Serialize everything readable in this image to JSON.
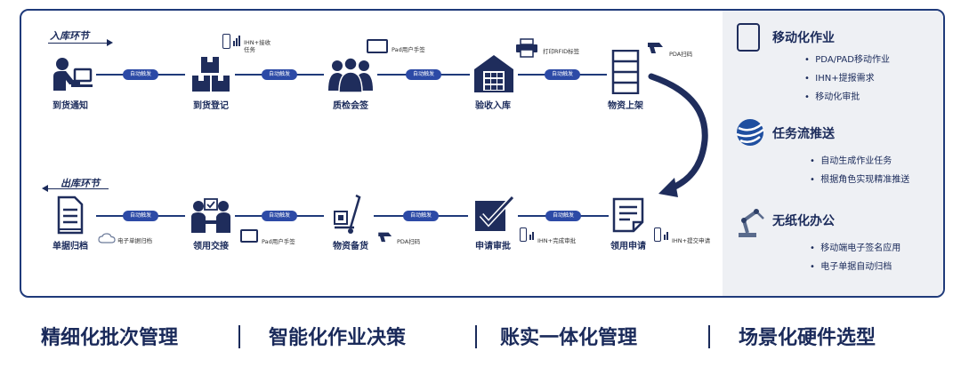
{
  "inbound_label": "入库环节",
  "outbound_label": "出库环节",
  "connector_label": "自动触发",
  "inbound_nodes": [
    "到货通知",
    "到货登记",
    "质检会签",
    "验收入库",
    "物资上架"
  ],
  "outbound_nodes": [
    "单据归档",
    "领用交接",
    "物资备货",
    "申请审批",
    "领用申请"
  ],
  "annotations": {
    "arrival_reg": "IHN+接收任务",
    "qc_sign": "Pad用户手签",
    "accept_in": "打印RFID标签",
    "shelve": "PDA扫码",
    "archive": "电子单据归档",
    "handover": "Pad用户手签",
    "prepare": "PDA扫码",
    "approve": "IHN+完成审批",
    "apply": "IHN+提交申请"
  },
  "side": {
    "mobile": {
      "title": "移动化作业",
      "items": [
        "PDA/PAD移动作业",
        "IHN+提报需求",
        "移动化审批"
      ]
    },
    "task": {
      "title": "任务流推送",
      "items": [
        "自动生成作业任务",
        "根据角色实现精准推送"
      ]
    },
    "paperless": {
      "title": "无纸化办公",
      "items": [
        "移动端电子签名应用",
        "电子单据自动归档"
      ]
    }
  },
  "bottom": [
    "精细化批次管理",
    "智能化作业决策",
    "账实一体化管理",
    "场景化硬件选型"
  ]
}
